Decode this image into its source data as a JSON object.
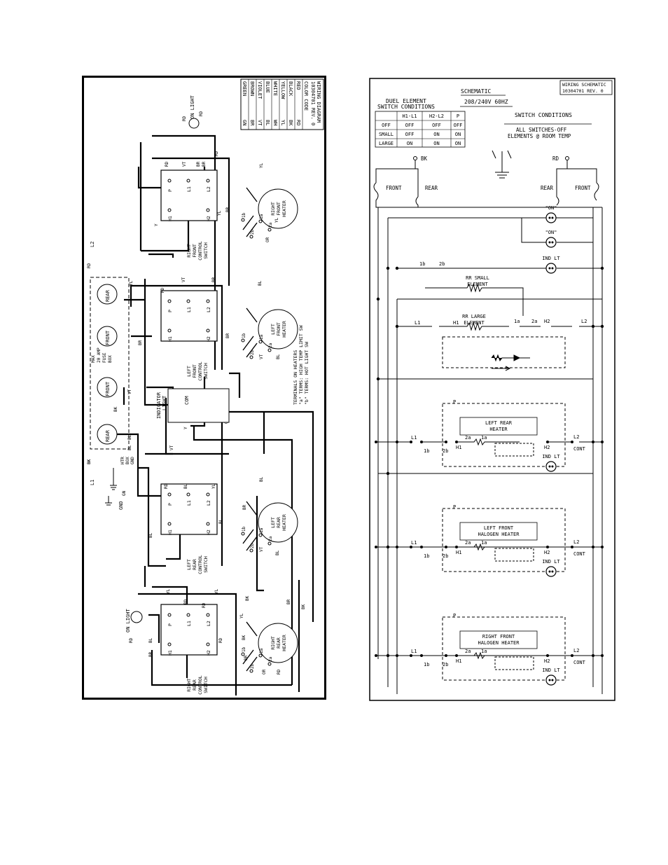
{
  "wiring_diagram": {
    "title_line1": "WIRING DIAGRAM",
    "title_line2": "10304701 REV. 0",
    "color_code_header": "COLOR CODE",
    "color_code": [
      {
        "name": "RED",
        "code": "RD"
      },
      {
        "name": "BLACK",
        "code": "BK"
      },
      {
        "name": "YELLOW",
        "code": "YL"
      },
      {
        "name": "WHITE",
        "code": "WH"
      },
      {
        "name": "BLUE",
        "code": "BL"
      },
      {
        "name": "VIOLET",
        "code": "VT"
      },
      {
        "name": "BROWN",
        "code": "BR"
      },
      {
        "name": "GREEN",
        "code": "GN"
      }
    ],
    "on_light_top": "ON LIGHT",
    "on_light_bottom": "ON LIGHT",
    "l2": "L2",
    "l1": "L1",
    "gnd": "GND",
    "htr_box_gnd": [
      "HTR",
      "BOX",
      "GND"
    ],
    "fuse_box": [
      "MAX",
      "20 AMP",
      "FUSE",
      "BOX"
    ],
    "fuse_labels": {
      "rear_top": "REAR",
      "front_top": "FRONT",
      "front_bottom": "FRONT",
      "rear_bottom": "REAR"
    },
    "indicator_light": [
      "INDICATOR",
      "LIGHT"
    ],
    "com": "COM",
    "terminals_note": [
      "TERMINALS ON HEATERS",
      "\"a\" TERMS: HIGH TEMP LIMIT SW",
      "\"b\" TERMS: HOT LIGHT SW"
    ],
    "switches": [
      {
        "label": [
          "RIGHT",
          "FRONT",
          "CONTROL",
          "SWITCH"
        ]
      },
      {
        "label": [
          "LEFT",
          "FRONT",
          "CONTROL",
          "SWITCH"
        ]
      },
      {
        "label": [
          "LEFT",
          "REAR",
          "CONTROL",
          "SWITCH"
        ]
      },
      {
        "label": [
          "RIGHT",
          "REAR",
          "CONTROL",
          "SWITCH"
        ]
      }
    ],
    "heaters": [
      {
        "label": [
          "RIGHT",
          "FRONT",
          "HEATER"
        ]
      },
      {
        "label": [
          "LEFT",
          "FRONT",
          "HEATER"
        ]
      },
      {
        "label": [
          "LEFT",
          "REAR",
          "HEATER"
        ]
      },
      {
        "label": [
          "RIGHT",
          "REAR",
          "HEATER"
        ]
      }
    ],
    "terminals": {
      "p": "P",
      "l1": "L1",
      "l2": "L2",
      "h1": "H1",
      "h2": "H2",
      "t1a": "1a",
      "t1b": "1b",
      "t2a": "2a",
      "t2b": "2b"
    },
    "wire_codes": {
      "rd": "RD",
      "bk": "BK",
      "yl": "YL",
      "vt": "VT",
      "br": "BR",
      "bl": "BL",
      "or": "OR",
      "y": "Y",
      "gn": "GN"
    }
  },
  "schematic": {
    "header_right_line1": "WIRING SCHEMATIC",
    "header_right_line2": "10304701 REV. 0",
    "title": "SCHEMATIC",
    "voltage": "208/240V 60HZ",
    "dual_element_line1": "DUEL ELEMENT",
    "dual_element_line2": "SWITCH CONDITIONS",
    "table": {
      "headers": [
        "",
        "H1-L1",
        "H2-L2",
        "P"
      ],
      "rows": [
        [
          "OFF",
          "OFF",
          "OFF",
          "OFF"
        ],
        [
          "SMALL",
          "OFF",
          "ON",
          "ON"
        ],
        [
          "LARGE",
          "ON",
          "ON",
          "ON"
        ]
      ]
    },
    "switch_conditions": "SWITCH CONDITIONS",
    "all_switches_off": "ALL SWITCHES-OFF",
    "elements_room_temp": "ELEMENTS @ ROOM TEMP",
    "bk": "BK",
    "rd": "RD",
    "front_left": "FRONT",
    "rear_left": "REAR",
    "rear_right": "REAR",
    "front_right": "FRONT",
    "on_1": "\"ON\"",
    "on_2": "\"ON\"",
    "ind_lt": "IND LT",
    "rr_small": [
      "RR SMALL",
      "ELEMENT"
    ],
    "rr_large": [
      "RR LARGE",
      "ELEMENT"
    ],
    "left_rear_heater": [
      "LEFT REAR",
      "HEATER"
    ],
    "left_front_heater": [
      "LEFT FRONT",
      "HALOGEN HEATER"
    ],
    "right_front_heater": [
      "RIGHT FRONT",
      "HALOGEN HEATER"
    ],
    "terms": {
      "t1a": "1a",
      "t1b": "1b",
      "t2a": "2a",
      "t2b": "2b",
      "h1": "H1",
      "h2": "H2",
      "l1": "L1",
      "l2": "L2",
      "p": "P",
      "cont": "CONT"
    }
  }
}
